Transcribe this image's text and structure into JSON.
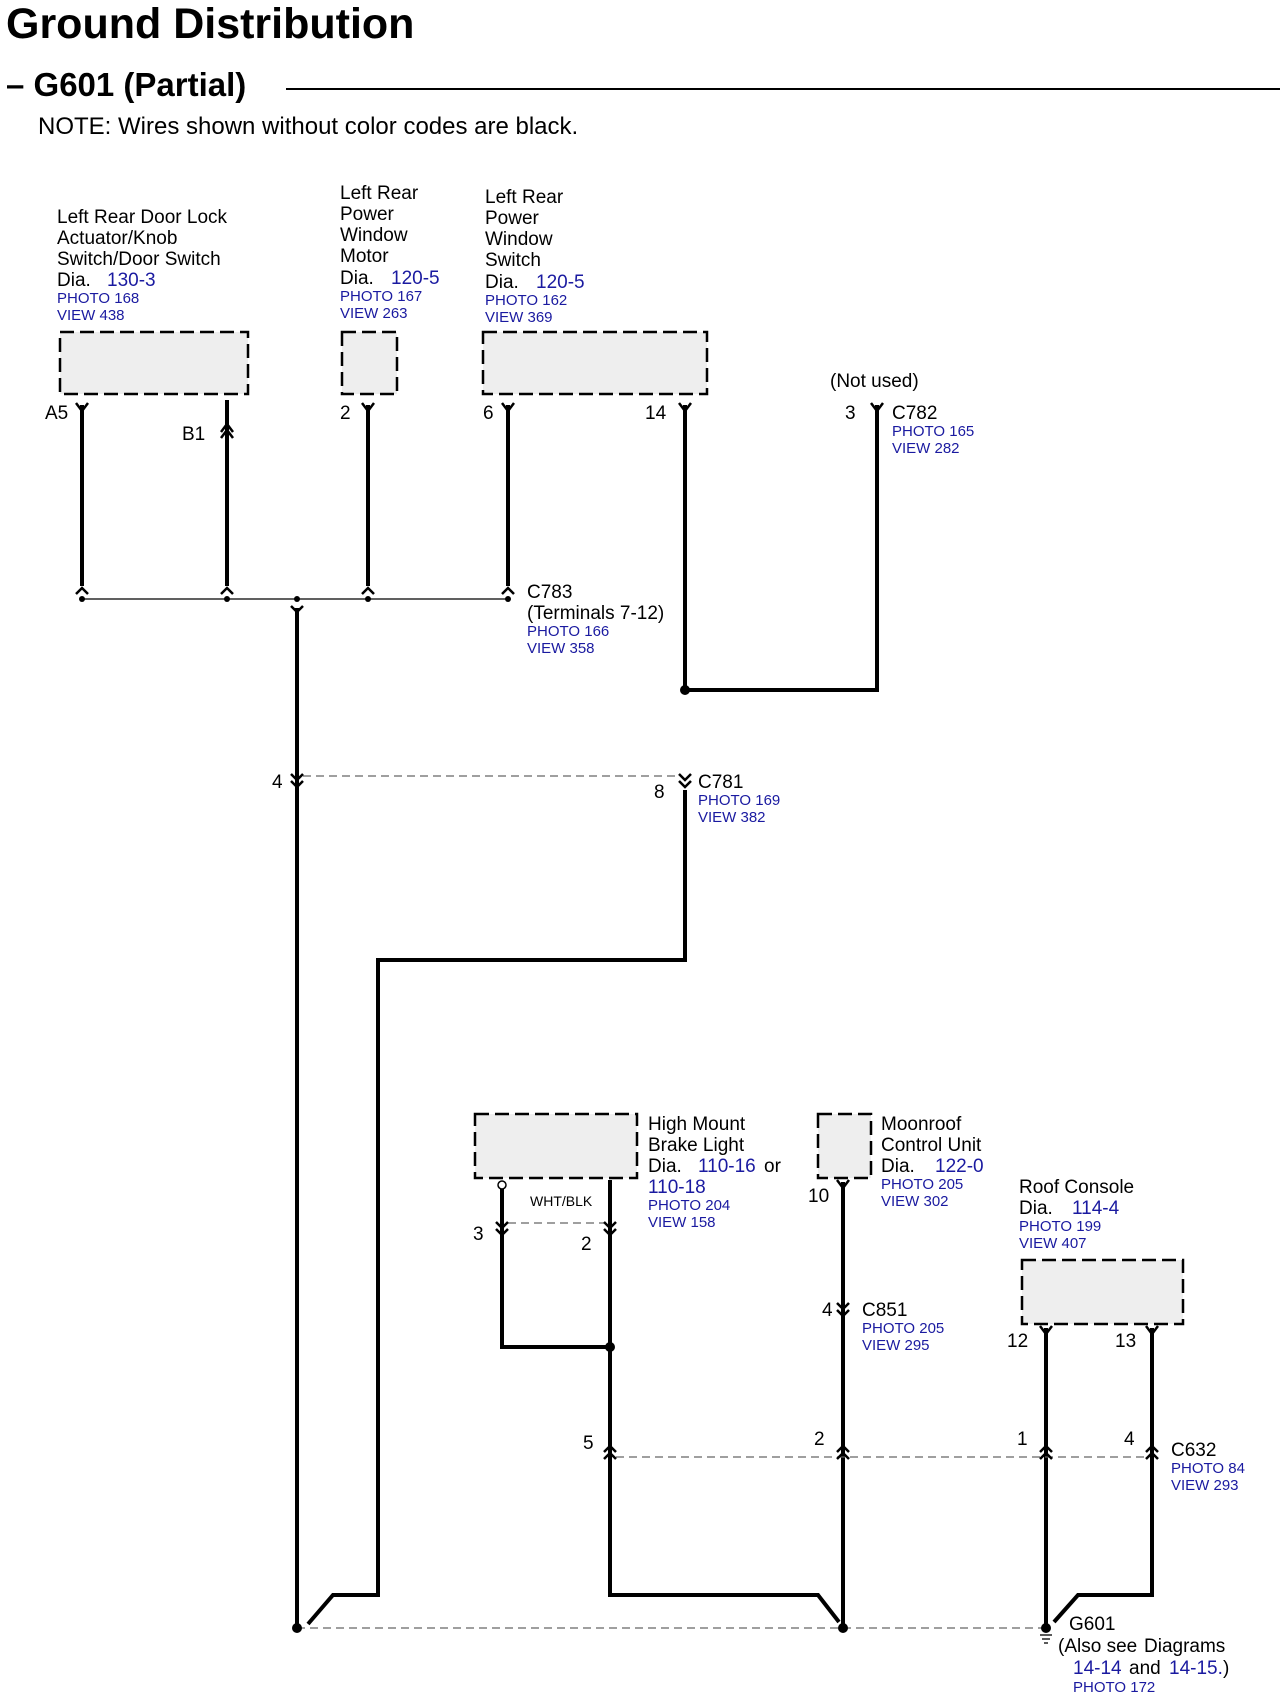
{
  "header": {
    "title": "Ground Distribution",
    "subtitle": "– G601 (Partial)",
    "note": "NOTE: Wires shown without color codes are black."
  },
  "components": {
    "door_lock": {
      "name": [
        "Left Rear Door Lock",
        "Actuator/Knob",
        "Switch/Door Switch"
      ],
      "dia_prefix": "Dia.",
      "dia": "130-3",
      "photo": "PHOTO 168",
      "view": "VIEW 438",
      "pins": [
        "A5",
        "B1"
      ]
    },
    "window_motor": {
      "name": [
        "Left Rear",
        "Power",
        "Window",
        "Motor"
      ],
      "dia_prefix": "Dia.",
      "dia": "120-5",
      "photo": "PHOTO 167",
      "view": "VIEW 263",
      "pins": [
        "2"
      ]
    },
    "window_switch": {
      "name": [
        "Left Rear",
        "Power",
        "Window",
        "Switch"
      ],
      "dia_prefix": "Dia.",
      "dia": "120-5",
      "photo": "PHOTO 162",
      "view": "VIEW 369",
      "pins": [
        "6",
        "14"
      ]
    },
    "brake_light": {
      "name": [
        "High Mount",
        "Brake Light"
      ],
      "dia_prefix": "Dia.",
      "dia": "110-16",
      "dia_or": "or",
      "dia2": "110-18",
      "photo": "PHOTO 204",
      "view": "VIEW 158",
      "wire_color": "WHT/BLK",
      "pins": [
        "3",
        "2"
      ]
    },
    "moonroof": {
      "name": [
        "Moonroof",
        "Control Unit"
      ],
      "dia_prefix": "Dia.",
      "dia": "122-0",
      "photo": "PHOTO 205",
      "view": "VIEW 302",
      "pins": [
        "10"
      ]
    },
    "roof_console": {
      "name": [
        "Roof Console"
      ],
      "dia_prefix": "Dia.",
      "dia": "114-4",
      "photo": "PHOTO 199",
      "view": "VIEW 407",
      "pins": [
        "12",
        "13"
      ]
    }
  },
  "connectors": {
    "c782": {
      "note": "(Not used)",
      "name": "C782",
      "pin": "3",
      "photo": "PHOTO 165",
      "view": "VIEW 282"
    },
    "c783": {
      "name": "C783",
      "detail": "(Terminals 7-12)",
      "photo": "PHOTO 166",
      "view": "VIEW 358"
    },
    "c781": {
      "name": "C781",
      "pins": [
        "4",
        "8"
      ],
      "photo": "PHOTO 169",
      "view": "VIEW 382"
    },
    "c851": {
      "name": "C851",
      "pin": "4",
      "photo": "PHOTO 205",
      "view": "VIEW 295"
    },
    "c632": {
      "name": "C632",
      "pins": [
        "5",
        "2",
        "1",
        "4"
      ],
      "photo": "PHOTO 84",
      "view": "VIEW 293"
    }
  },
  "ground": {
    "name": "G601",
    "also": "(Also see",
    "diagrams_word": "Diagrams",
    "d1": "14-14",
    "and": "and",
    "d2": "14-15.",
    "close": ")",
    "photo": "PHOTO 172"
  }
}
